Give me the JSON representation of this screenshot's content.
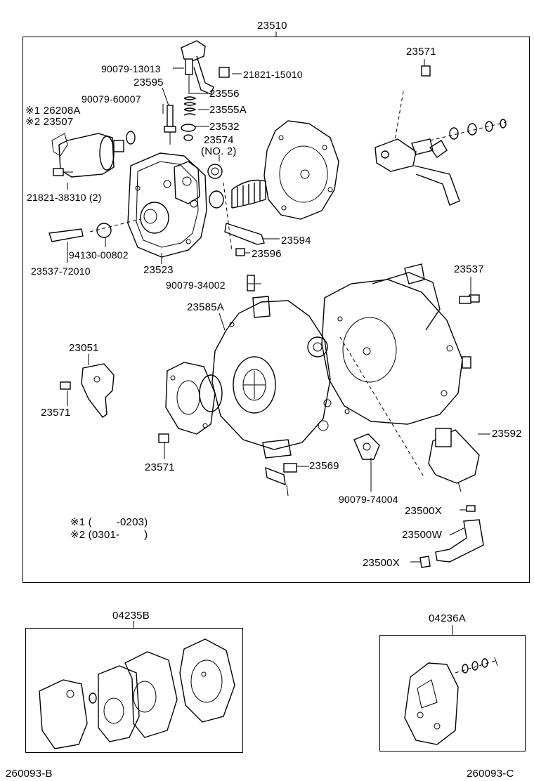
{
  "main_assembly": {
    "number": "23510",
    "parts": {
      "bolt_90079_13013": "90079-13013",
      "bolt_21821_15010": "21821-15010",
      "needle_23595": "23595",
      "washer_90079_60007": "90079-60007",
      "spring_23556": "23556",
      "ring_23555a": "23555A",
      "mark1_26208a": "※1 26208A",
      "mark2_23507": "※2 23507",
      "seat_23532": "23532",
      "gasket_23574": "23574",
      "gasket_23574_note": "(NO. 2)",
      "bolt_21821_38310": "21821-38310 (2)",
      "washer_94130_00802": "94130-00802",
      "screw_23537_72010": "23537-72010",
      "cover_23523": "23523",
      "pin_23594": "23594",
      "nut_23596": "23596",
      "lever_23571_top": "23571",
      "screw_90079_34002": "90079-34002",
      "body_23585a": "23585A",
      "screw_23537": "23537",
      "bracket_23051": "23051",
      "bolt_23571_left": "23571",
      "bolt_23571_bottom": "23571",
      "joint_23569": "23569",
      "union_90079_74004": "90079-74004",
      "valve_23592": "23592",
      "clamp_23500x_top": "23500X",
      "hose_23500w": "23500W",
      "clamp_23500x_bottom": "23500X"
    },
    "notes": {
      "note1": "※1 (        -0203)",
      "note2": "※2 (0301-        )"
    }
  },
  "sub_assembly_b": {
    "number": "04235B"
  },
  "sub_assembly_c": {
    "number": "04236A"
  },
  "figure_ids": {
    "left": "260093-B",
    "right": "260093-C"
  }
}
